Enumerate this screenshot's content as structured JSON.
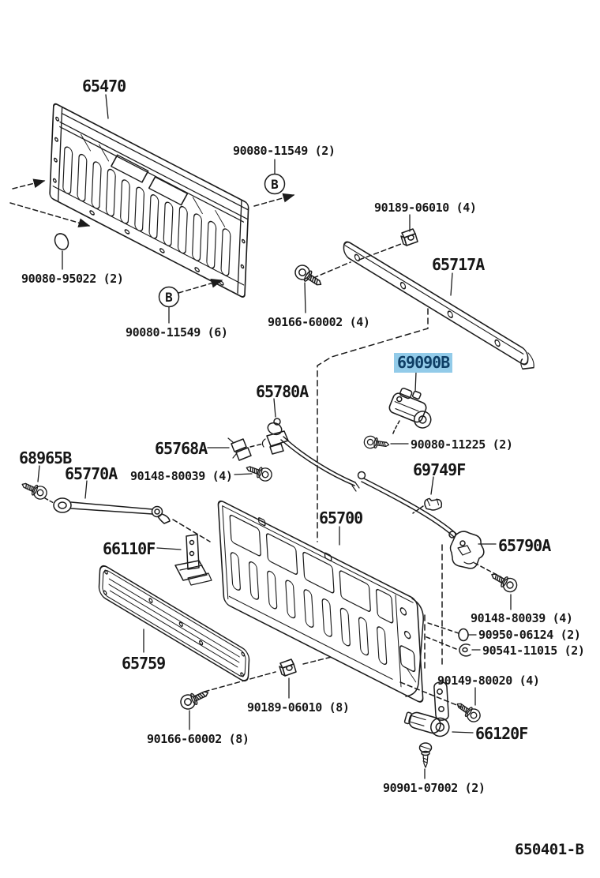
{
  "diagram": {
    "type": "exploded-parts-diagram",
    "subject": "tailgate / rear gate assembly",
    "doc_code": "650401-B",
    "bolt_marker": "B",
    "colors": {
      "line": "#1b1b1b",
      "background": "#ffffff",
      "highlight_bg": "#92cbe9",
      "highlight_fg": "#0e3f66"
    },
    "highlighted_part": "69090B",
    "labels": [
      {
        "id": "65470",
        "text": "65470"
      },
      {
        "id": "90080-11549-2",
        "text": "90080-11549 (2)"
      },
      {
        "id": "90189-06010-4",
        "text": "90189-06010 (4)"
      },
      {
        "id": "65717A",
        "text": "65717A"
      },
      {
        "id": "90080-95022-2",
        "text": "90080-95022 (2)"
      },
      {
        "id": "90166-60002-4",
        "text": "90166-60002 (4)"
      },
      {
        "id": "90080-11549-6",
        "text": "90080-11549 (6)"
      },
      {
        "id": "69090B",
        "text": "69090B"
      },
      {
        "id": "65780A",
        "text": "65780A"
      },
      {
        "id": "65768A",
        "text": "65768A"
      },
      {
        "id": "90080-11225-2",
        "text": "90080-11225 (2)"
      },
      {
        "id": "68965B",
        "text": "68965B"
      },
      {
        "id": "65770A",
        "text": "65770A"
      },
      {
        "id": "90148-80039-4a",
        "text": "90148-80039 (4)"
      },
      {
        "id": "69749F",
        "text": "69749F"
      },
      {
        "id": "65700",
        "text": "65700"
      },
      {
        "id": "66110F",
        "text": "66110F"
      },
      {
        "id": "65790A",
        "text": "65790A"
      },
      {
        "id": "90148-80039-4b",
        "text": "90148-80039 (4)"
      },
      {
        "id": "90950-06124-2",
        "text": "90950-06124 (2)"
      },
      {
        "id": "90541-11015-2",
        "text": "90541-11015 (2)"
      },
      {
        "id": "65759",
        "text": "65759"
      },
      {
        "id": "90149-80020-4",
        "text": "90149-80020 (4)"
      },
      {
        "id": "90189-06010-8",
        "text": "90189-06010 (8)"
      },
      {
        "id": "66120F",
        "text": "66120F"
      },
      {
        "id": "90166-60002-8",
        "text": "90166-60002 (8)"
      },
      {
        "id": "90901-07002-2",
        "text": "90901-07002 (2)"
      }
    ]
  }
}
